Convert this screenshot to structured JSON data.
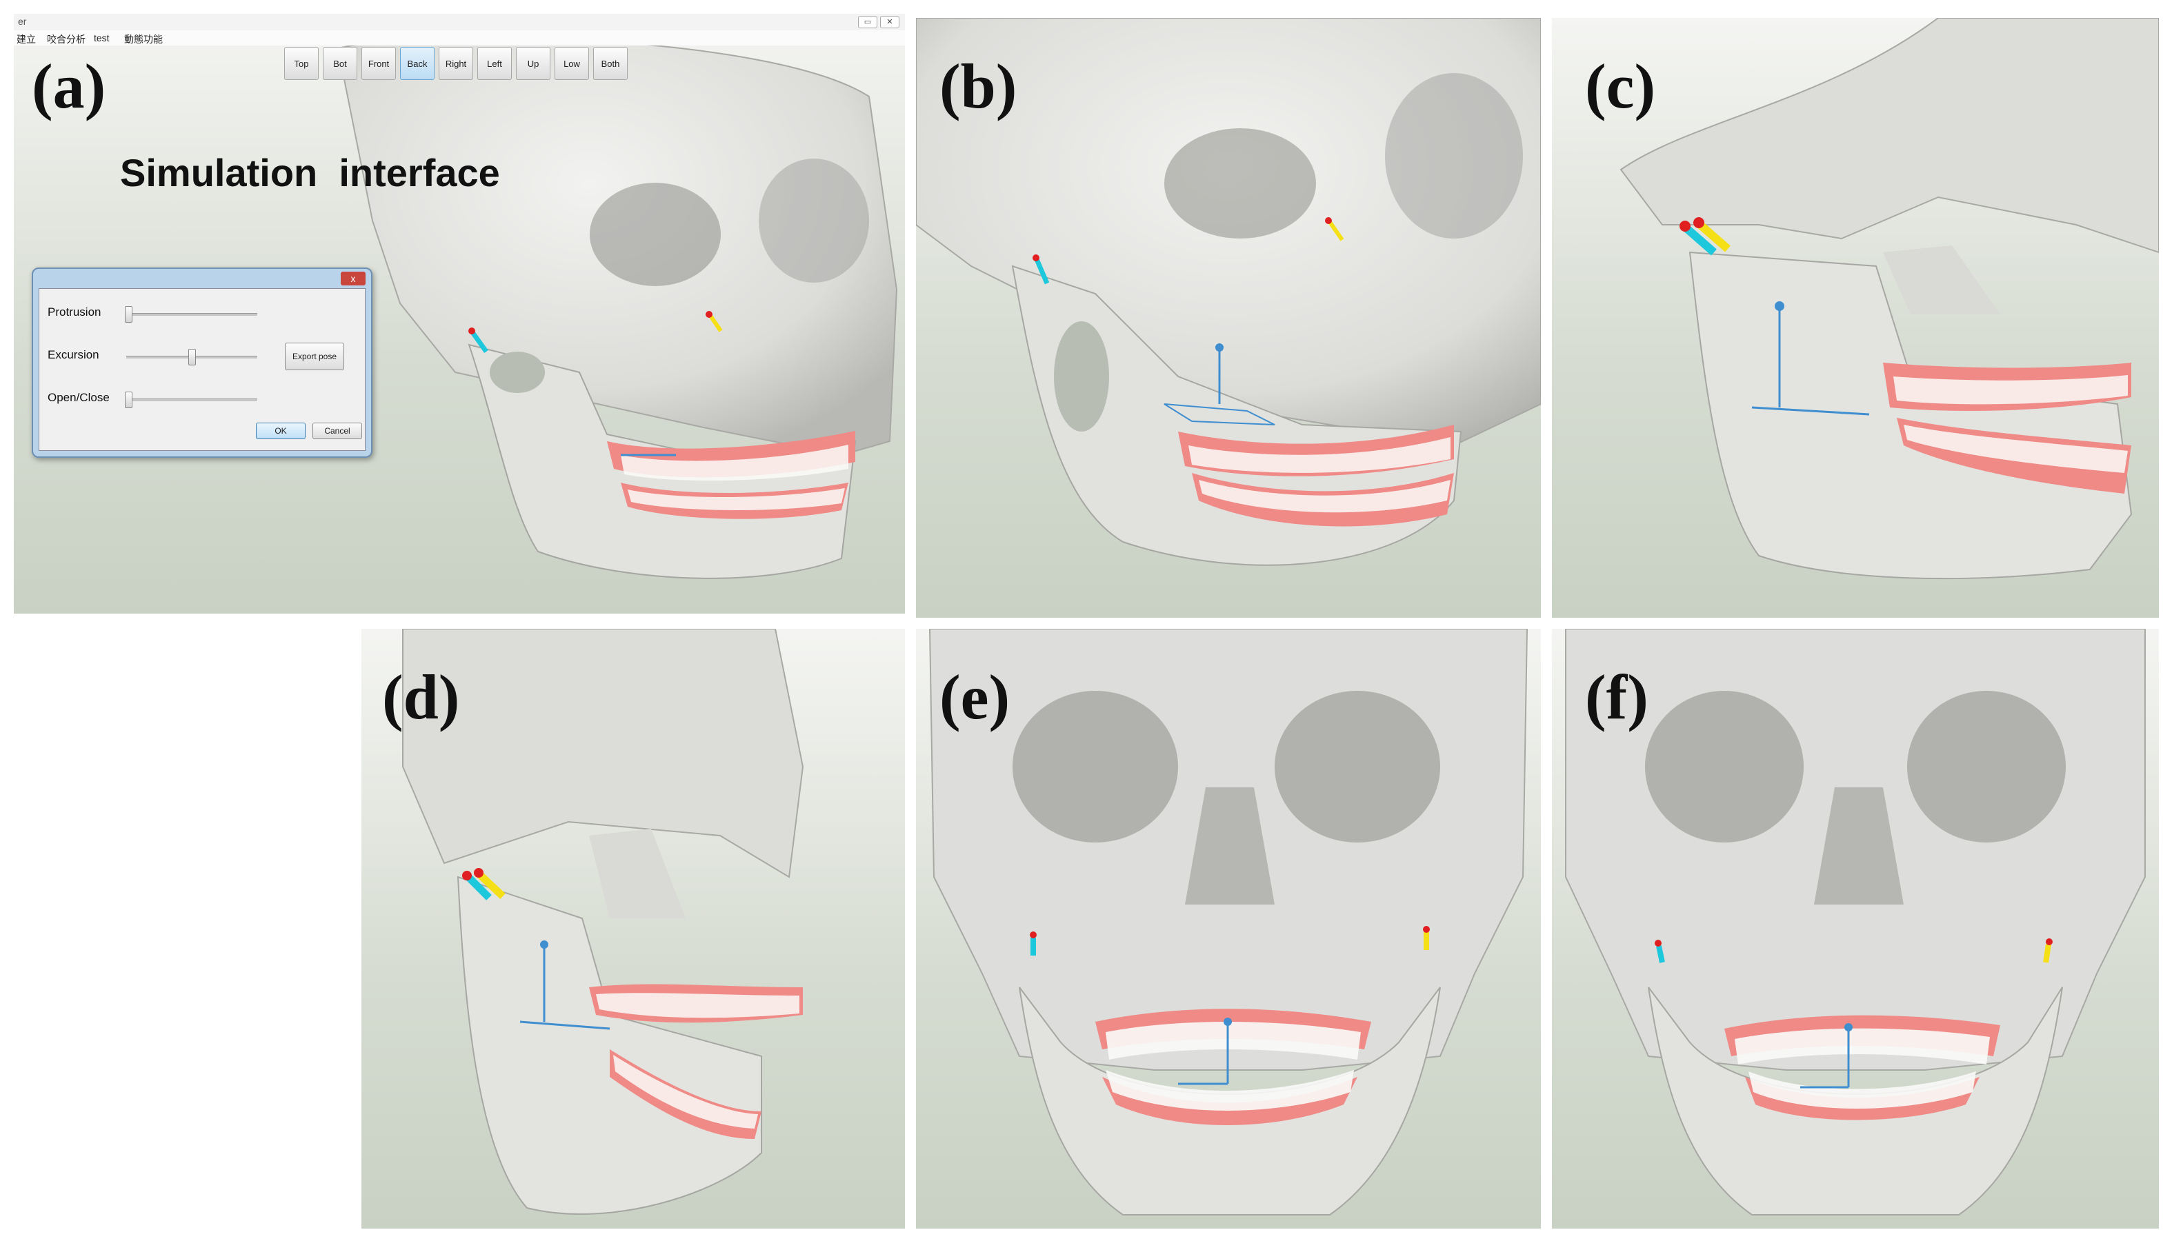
{
  "panels": {
    "a": {
      "label": "(a)",
      "title_bar": "er",
      "menu": [
        "建立",
        "咬合分析",
        "test",
        "動態功能"
      ],
      "view_buttons": [
        "Top",
        "Bot",
        "Front",
        "Back",
        "Right",
        "Left",
        "Up",
        "Low",
        "Both"
      ],
      "active_view": "Back",
      "caption": "Simulation  interface",
      "dialog": {
        "close": "x",
        "sliders": [
          {
            "label": "Protrusion",
            "value": 0.0
          },
          {
            "label": "Excursion",
            "value": 0.5
          },
          {
            "label": "Open/Close",
            "value": 0.0
          }
        ],
        "export_button": "Export pose",
        "ok_button": "OK",
        "cancel_button": "Cancel"
      }
    },
    "b": {
      "label": "(b)"
    },
    "c": {
      "label": "(c)"
    },
    "d": {
      "label": "(d)"
    },
    "e": {
      "label": "(e)"
    },
    "f": {
      "label": "(f)"
    }
  },
  "colors": {
    "bone": "#e6e6e4",
    "bone_shadow": "#9c9c98",
    "gum": "#ef8a86",
    "tooth": "#fafaf8",
    "axis": "#3f8fd0",
    "cyan_marker": "#1ec8dc",
    "yellow_marker": "#f5e018",
    "red_marker": "#e02020",
    "background": "#dde2d8"
  }
}
